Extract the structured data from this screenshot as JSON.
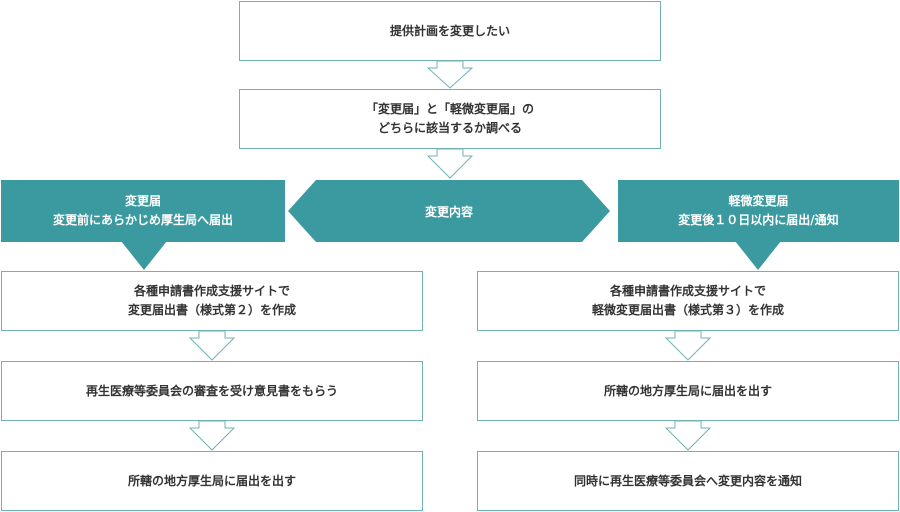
{
  "colors": {
    "teal": "#3b9aa0",
    "border": "#6fb3b6",
    "text": "#333333"
  },
  "top": {
    "start": "提供計画を変更したい",
    "check_line1": "「変更届」と「軽微変更届」の",
    "check_line2": "どちらに該当するか調べる"
  },
  "center": {
    "label": "変更内容"
  },
  "left": {
    "header_line1": "変更届",
    "header_line2": "変更前にあらかじめ厚生局へ届出",
    "step1_line1": "各種申請書作成支援サイトで",
    "step1_line2": "変更届出書（様式第２）を作成",
    "step2": "再生医療等委員会の審査を受け意見書をもらう",
    "step3": "所轄の地方厚生局に届出を出す"
  },
  "right": {
    "header_line1": "軽微変更届",
    "header_line2": "変更後１０日以内に届出/通知",
    "step1_line1": "各種申請書作成支援サイトで",
    "step1_line2": "軽微変更届出書（様式第３）を作成",
    "step2": "所轄の地方厚生局に届出を出す",
    "step3": "同時に再生医療等委員会へ変更内容を通知"
  }
}
